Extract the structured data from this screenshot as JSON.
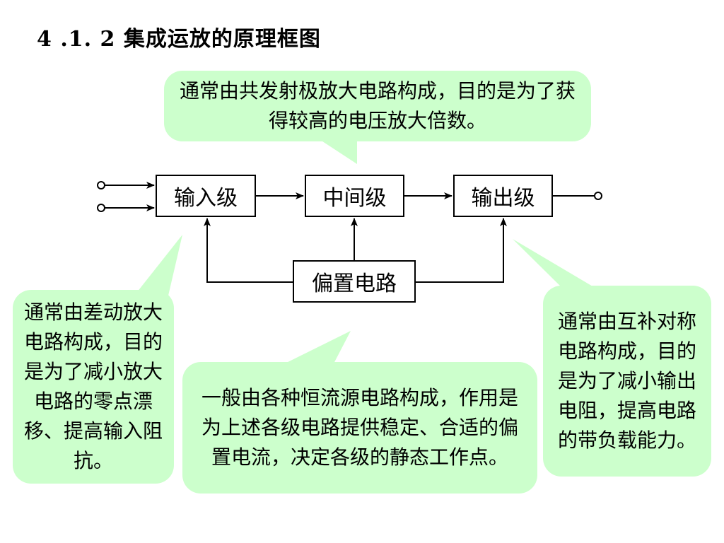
{
  "title": "4 .1. 2 集成运放的原理框图",
  "blocks": {
    "input": "输入级",
    "middle": "中间级",
    "output": "输出级",
    "bias": "偏置电路"
  },
  "notes": {
    "top": "通常由共发射极放大电路构成，目的是为了获得较高的电压放大倍数。",
    "left": "通常由差动放大电路构成，目的是为了减小放大电路的零点漂移、提高输入阻抗。",
    "bottom": "一般由各种恒流源电路构成，作用是为上述各级电路提供稳定、合适的偏置电流，决定各级的静态工作点。",
    "right": "通常由互补对称电路构成，目的是为了减小输出电阻，提高电路的带负载能力。"
  },
  "colors": {
    "bubble_fill": "#ccffcc",
    "line": "#000000"
  }
}
